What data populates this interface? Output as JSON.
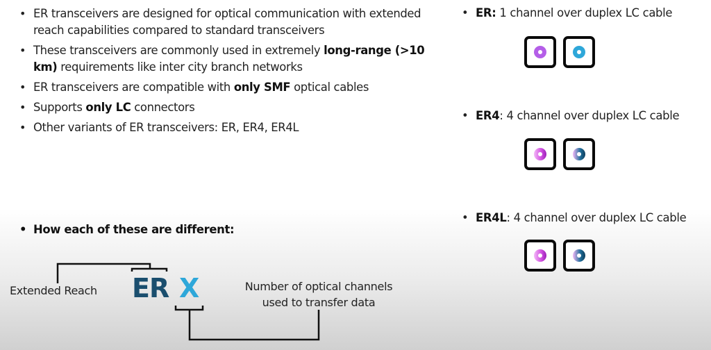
{
  "bullets": [
    {
      "segments": [
        {
          "text": "ER transceivers are designed for optical communication with extended reach capabilities compared to standard transceivers",
          "bold": false
        }
      ]
    },
    {
      "segments": [
        {
          "text": "These transceivers are commonly used in extremely ",
          "bold": false
        },
        {
          "text": "long-range (>10 km)",
          "bold": true
        },
        {
          "text": " requirements like inter city branch networks",
          "bold": false
        }
      ]
    },
    {
      "segments": [
        {
          "text": "ER transceivers are compatible with ",
          "bold": false
        },
        {
          "text": "only SMF",
          "bold": true
        },
        {
          "text": " optical cables",
          "bold": false
        }
      ]
    },
    {
      "segments": [
        {
          "text": "Supports ",
          "bold": false
        },
        {
          "text": "only LC",
          "bold": true
        },
        {
          "text": " connectors",
          "bold": false
        }
      ]
    },
    {
      "segments": [
        {
          "text": "Other variants of ER transceivers: ER, ER4, ER4L",
          "bold": false
        }
      ]
    }
  ],
  "difference_heading": "How each of these are different:",
  "diagram": {
    "left_label": "Extended Reach",
    "prefix": "ER",
    "suffix": "X",
    "right_label_line1": "Number of optical channels",
    "right_label_line2": "used to transfer data",
    "colors": {
      "prefix": "#1a4e6e",
      "suffix": "#2ea7d9"
    }
  },
  "variants": [
    {
      "name": "ER:",
      "desc": " 1 channel over duplex LC cable",
      "icon": "lc-duplex-port-icon",
      "left_color": "#b45ee8",
      "right_color": "#2ea7d9",
      "gradient": false
    },
    {
      "name": "ER4",
      "desc": ": 4 channel over duplex LC cable",
      "icon": "lc-duplex-port-icon",
      "left_color": "#d04fe0",
      "right_color": "#1f6e9a",
      "gradient": true
    },
    {
      "name": "ER4L",
      "desc": ": 4 channel over duplex LC cable",
      "icon": "lc-duplex-port-icon",
      "left_color": "#d04fe0",
      "right_color": "#1f6e9a",
      "gradient": true
    }
  ]
}
